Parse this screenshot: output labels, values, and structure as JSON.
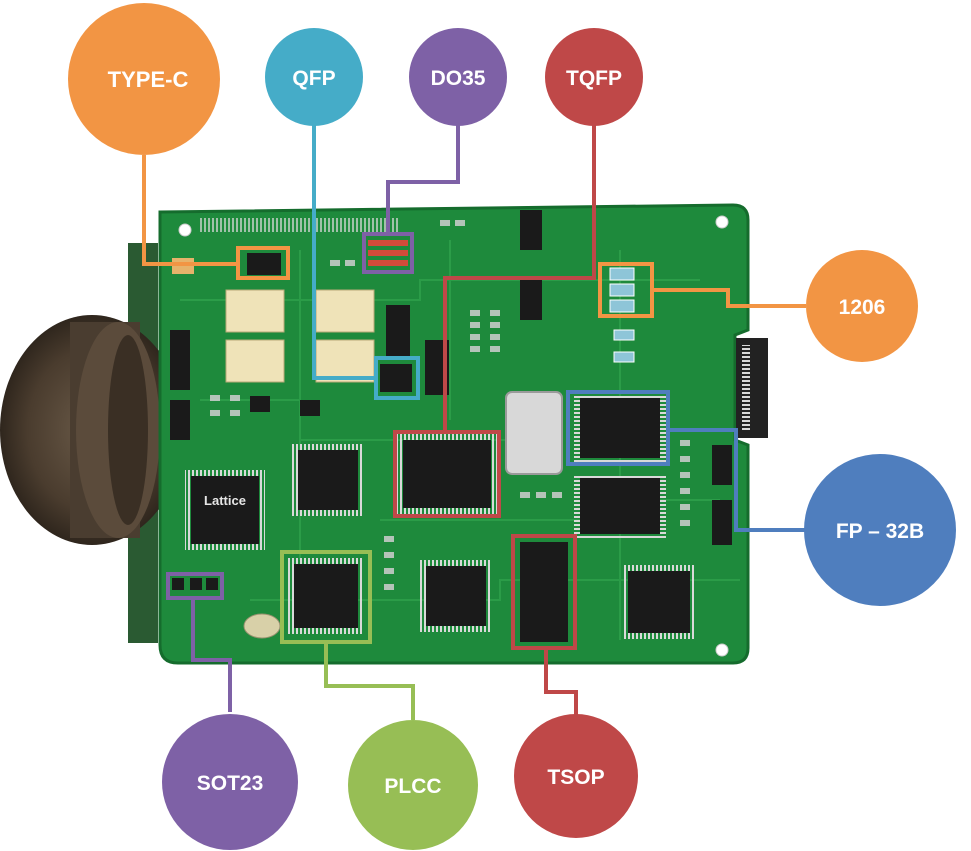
{
  "labels": {
    "type_c": "TYPE-C",
    "qfp": "QFP",
    "do35": "DO35",
    "tqfp": "TQFP",
    "r1206": "1206",
    "fp32b": "FP – 32B",
    "sot23": "SOT23",
    "plcc": "PLCC",
    "tsop": "TSOP"
  },
  "chip_text": {
    "lattice": "Lattice"
  },
  "colors": {
    "orange": "#F29544",
    "teal": "#45ACC8",
    "purple": "#7E61A6",
    "red": "#BF4848",
    "blue": "#4F7EBE",
    "green": "#97BE55",
    "pcb": "#1E8A3C",
    "pcb_dark": "#156C2D"
  }
}
